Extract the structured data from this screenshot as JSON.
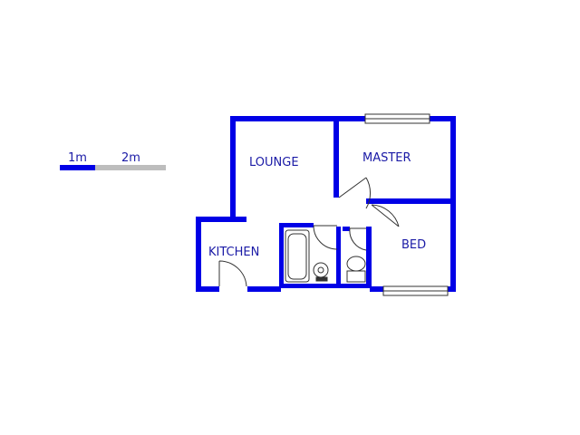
{
  "scale_bar": {
    "label_1": "1m",
    "label_2": "2m",
    "primary_color": "#0000e6",
    "secondary_color": "#bdbdbd"
  },
  "rooms": {
    "lounge": "LOUNGE",
    "master": "MASTER",
    "kitchen": "KITCHEN",
    "bed": "BED"
  },
  "colors": {
    "wall": "#0000e6",
    "fixture": "#333333",
    "label": "#1a1aa6"
  }
}
